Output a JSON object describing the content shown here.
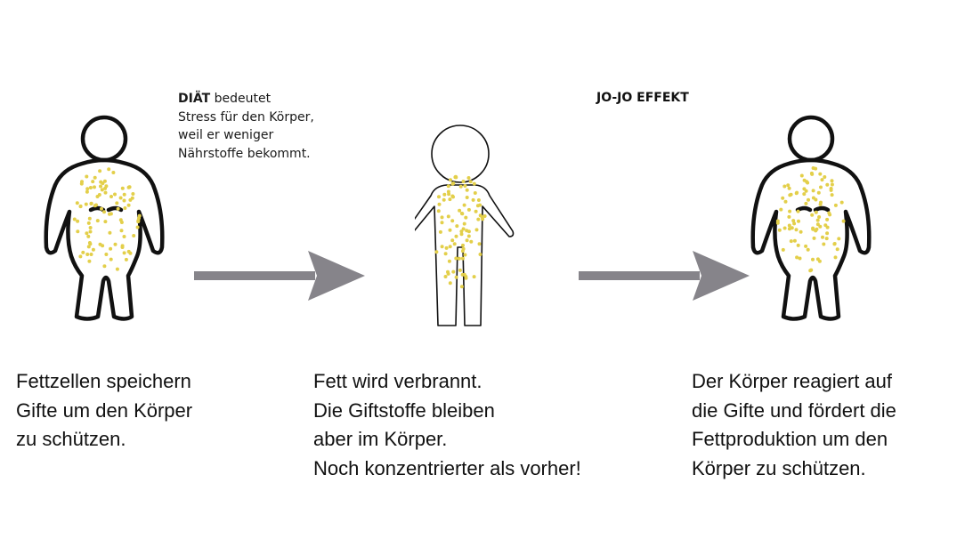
{
  "diet_note": {
    "bold": "DIÄT",
    "rest_first_line": " bedeutet",
    "lines": [
      "Stress für den Körper,",
      "weil er weniger",
      "Nährstoffe bekommt."
    ]
  },
  "jojo_label": "JO-JO EFFEKT",
  "captions": {
    "left": [
      "Fettzellen speichern",
      "Gifte um den Körper",
      "zu schützen."
    ],
    "middle": [
      "Fett wird verbrannt.",
      "Die Giftstoffe bleiben",
      "aber im Körper.",
      "Noch konzentrierter als vorher!"
    ],
    "right": [
      "Der Körper reagiert auf",
      "die Gifte und fördert die",
      "Fettproduktion um den",
      "Körper zu schützen."
    ]
  },
  "colors": {
    "outline": "#111111",
    "toxin_dots": "#e3cf4a",
    "arrow": "#86848a"
  },
  "icons": [
    "overweight-figure-icon",
    "slim-figure-icon",
    "arrow-right-icon"
  ]
}
